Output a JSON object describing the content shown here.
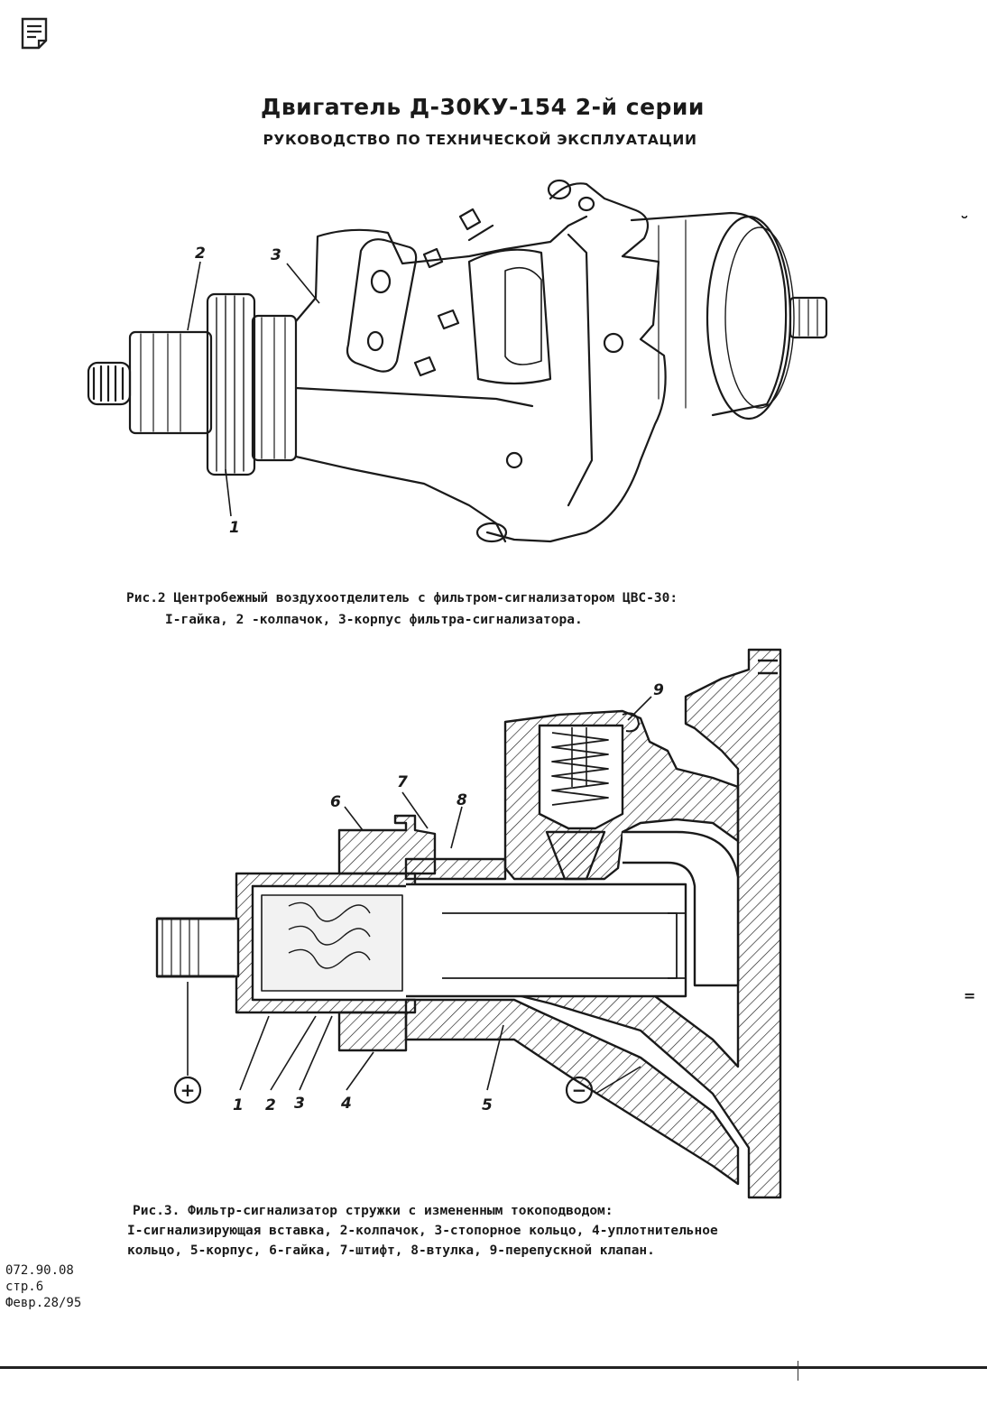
{
  "header": {
    "title": "Двигатель Д-30КУ-154 2-й серии",
    "subtitle": "РУКОВОДСТВО ПО ТЕХНИЧЕСКОЙ ЭКСПЛУАТАЦИИ"
  },
  "figure2": {
    "labels": [
      "2",
      "3",
      "1"
    ],
    "caption_line1": "Рис.2 Центробежный воздухоотделитель с фильтром-сигнализатором ЦВС-30:",
    "caption_line2": "I-гайка, 2 -колпачок, 3-корпус фильтра-сигнализатора."
  },
  "figure3": {
    "labels": [
      "9",
      "6",
      "7",
      "8",
      "1",
      "2",
      "3",
      "4",
      "5"
    ],
    "plus_symbol": "+",
    "minus_symbol": "−",
    "caption_line1": "Рис.3. Фильтр-сигнализатор стружки с измененным токоподводом:",
    "caption_line2": "I-сигнализирующая вставка, 2-колпачок, 3-стопорное кольцо, 4-уплотнительное",
    "caption_line3": "кольцо, 5-корпус, 6-гайка, 7-штифт, 8-втулка, 9-перепускной клапан."
  },
  "footer": {
    "doc_number": "072.90.08",
    "page": "стр.6",
    "date": "Февр.28/95"
  }
}
